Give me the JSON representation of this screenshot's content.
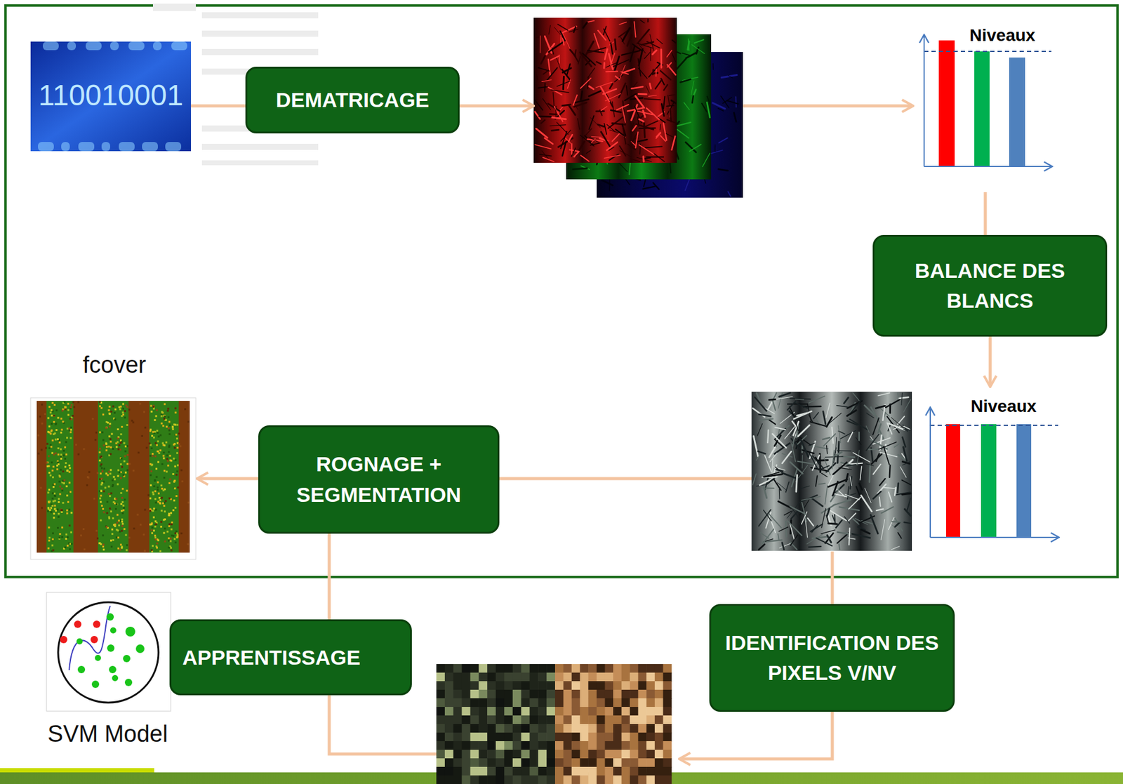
{
  "diagram": {
    "nodes": [
      {
        "text": [
          "DEMATRICAGE"
        ]
      },
      {
        "text": [
          "BALANCE DES BLANCS"
        ]
      },
      {
        "text": [
          "ROGNAGE + SEGMENTATION"
        ]
      },
      {
        "text": [
          "IDENTIFICATION DES PIXELS V/NV"
        ]
      },
      {
        "text": [
          "APPRENTISSAGE"
        ]
      }
    ],
    "edges": [
      {
        "from": 4,
        "to": 2,
        "arrow": "none"
      }
    ],
    "labels": [
      "Niveaux",
      "110010001",
      "fcover",
      "Niveaux",
      "SVM Model"
    ]
  }
}
